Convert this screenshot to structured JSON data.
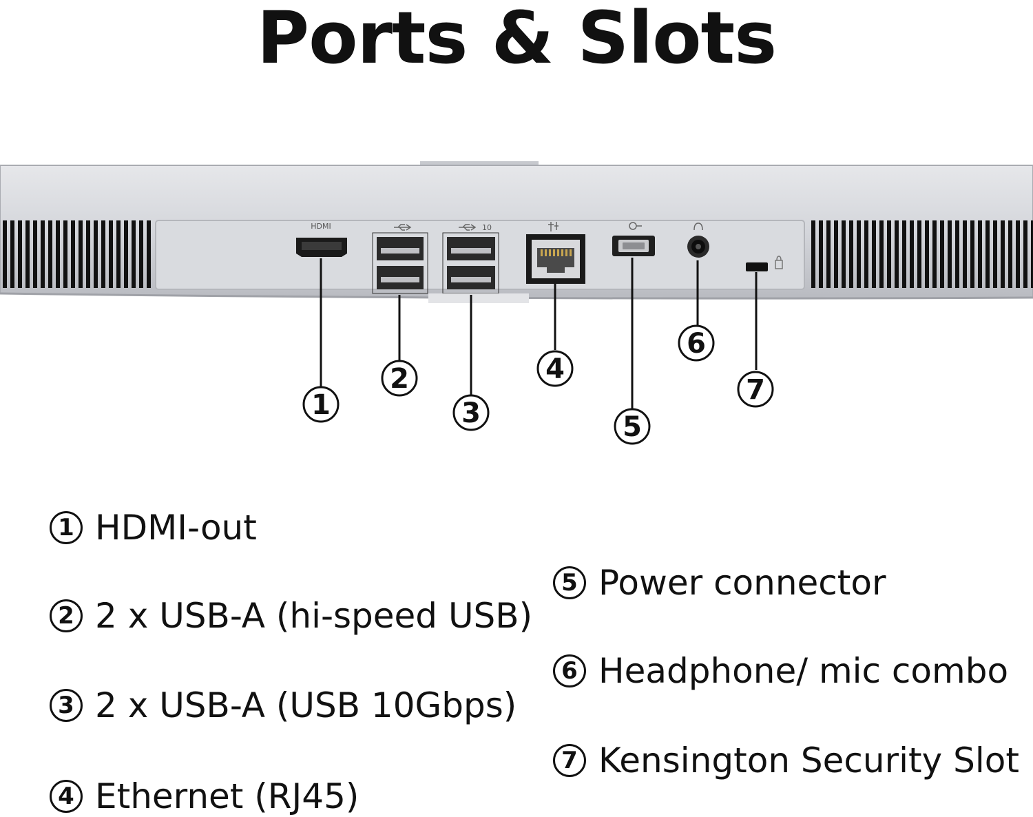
{
  "title": "Ports & Slots",
  "port_labels": {
    "hdmi": "HDMI",
    "usb_10": "10"
  },
  "ports": [
    {
      "number": "1",
      "label": "HDMI-out"
    },
    {
      "number": "2",
      "label": "2 x USB-A (hi-speed USB)"
    },
    {
      "number": "3",
      "label": "2 x USB-A (USB 10Gbps)"
    },
    {
      "number": "4",
      "label": "Ethernet (RJ45)"
    },
    {
      "number": "5",
      "label": "Power connector"
    },
    {
      "number": "6",
      "label": "Headphone/ mic combo"
    },
    {
      "number": "7",
      "label": "Kensington Security Slot"
    }
  ],
  "colors": {
    "panel": "#d4d6db",
    "panel_edge": "#a9abb1",
    "port_dark": "#1a1a1a",
    "line": "#111111"
  }
}
